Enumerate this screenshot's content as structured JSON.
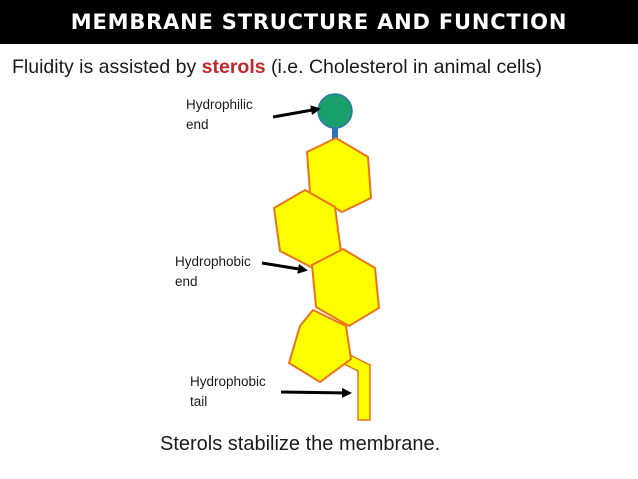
{
  "header": {
    "title": "MEMBRANE STRUCTURE AND FUNCTION"
  },
  "subtitle": {
    "before": "Fluidity is assisted by ",
    "highlight": "sterols",
    "after": " (i.e. Cholesterol in animal cells)"
  },
  "labels": {
    "hydrophilic_line1": "Hydrophilic",
    "hydrophilic_line2": "end",
    "hydrophobic_end_line1": "Hydrophobic",
    "hydrophobic_end_line2": "end",
    "hydrophobic_tail_line1": "Hydrophobic",
    "hydrophobic_tail_line2": "tail"
  },
  "caption": "Sterols stabilize the membrane.",
  "colors": {
    "ring_fill": "#ffff00",
    "ring_stroke": "#e8741c",
    "head_fill": "#1aa06a",
    "head_stroke": "#2e75b6",
    "connector": "#2e75b6",
    "highlight": "#c0282c",
    "title_bg": "#000000"
  }
}
